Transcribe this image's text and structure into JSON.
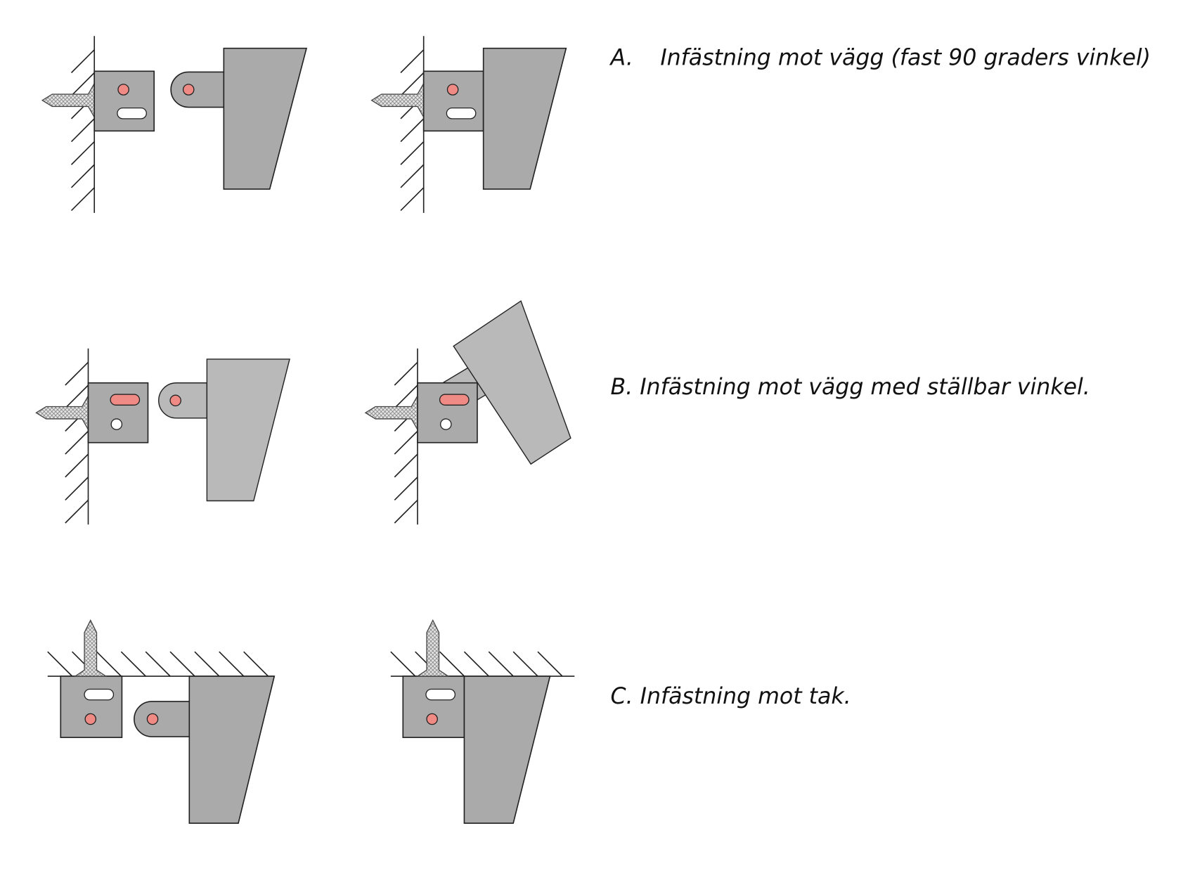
{
  "captions": {
    "a_letter": "A.",
    "a_text": "Infästning mot vägg (fast 90 graders vinkel)",
    "b_text": "B. Infästning mot vägg med ställbar vinkel.",
    "c_text": "C. Infästning mot tak."
  },
  "colors": {
    "leg": "#aaaaaa",
    "leg_light": "#b9b9b9",
    "pin": "#f08a84"
  }
}
